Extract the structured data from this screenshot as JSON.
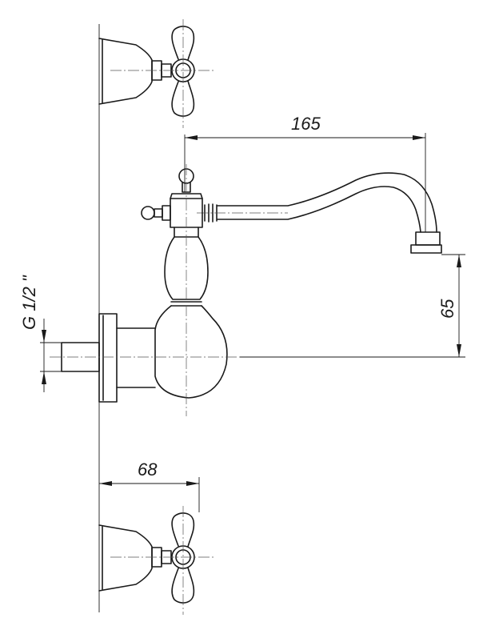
{
  "dimensions": {
    "spout_reach": "165",
    "spout_height": "65",
    "handle_projection": "68",
    "thread_size": "G 1/2 \""
  },
  "colors": {
    "line": "#1a1a1a",
    "axis": "#555555",
    "background": "#ffffff"
  }
}
